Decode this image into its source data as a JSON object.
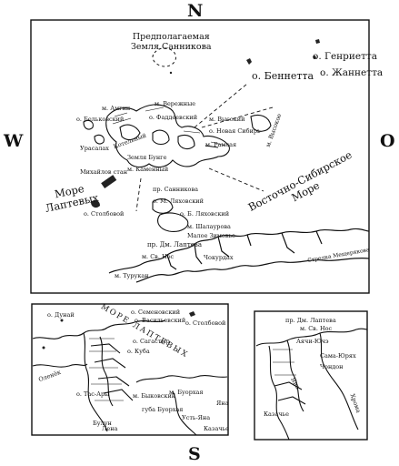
{
  "compass": {
    "north": "N",
    "south": "S",
    "west": "W",
    "east": "O"
  },
  "main_map": {
    "labels": {
      "sannikov_land": "Предполагаемая\nЗемля Санникова",
      "bennett": "о. Беннетта",
      "henrietta": "о. Генриетта",
      "jeannette": "о. Жаннетта",
      "vrezhnye": "м. Вережные",
      "amgin": "м. Амгин",
      "belkovsky": "о. Бельковский",
      "faddeevsky": "о. Фаддеевский",
      "kotelny": "Котельный",
      "new_siberia": "о. Новая Сибирь",
      "vysoky": "м. Высокий",
      "ramsay": "м. Рамсая",
      "vysokoe_north": "м. Высокое",
      "laptev_sea": "Море\nЛаптевых",
      "east_siberian_sea": "Восточно-Сибирское\nМоре",
      "stolbovoy": "о. Столбовой",
      "mikhailov": "Михайлов стан",
      "sannikov_strait": "пр. Санникова",
      "m_lyakhovsky": "о. М. Ляховский",
      "b_lyakhovsky": "о. Б. Ляховский",
      "laptev_strait": "пр. Дм. Лаптева",
      "svyatoy_nos": "м. Св. Нос",
      "shalaurova": "м. Шалаурова",
      "maloe_zimovie": "Малое Зимовье",
      "turukan": "м. Турукан",
      "chokurdakh": "Чокурдах",
      "urasalakh": "Урасалах",
      "bunge": "Земля Бунге",
      "kamenny": "м. Каменный",
      "strait_meshcheryakova": "Стрелка Мещерякова"
    }
  },
  "inset_left": {
    "labels": {
      "dunay": "о. Дунай",
      "semyonovsky": "о. Семеновский",
      "vasilevsky": "о. Васильевский",
      "stolbovoy": "о. Столбовой",
      "sea": "МОРЕ ЛАПТЕВЫХ",
      "sagastyr": "о. Сагастыр",
      "kuba": "о. Куба",
      "olenek": "Оленёк",
      "tas_ary": "о. Тас-Ары",
      "bykovsky": "м. Быковский",
      "buorkhaya": "м. Буорхая",
      "bay": "губа Буорхая",
      "bulun": "Булун",
      "kazachye": "Казачье",
      "ust_yana": "Усть-Яна",
      "yana": "Яна",
      "lena": "Лена"
    }
  },
  "inset_right": {
    "labels": {
      "laptev_strait": "пр. Дм. Лаптева",
      "svyatoy_nos": "м. Св. Нос",
      "ayon": "Аячи-Ючэ",
      "sama_yuryakh": "Сама-Юрях",
      "chondon": "Чондон",
      "kazachye": "Казачье",
      "yana": "Яна",
      "khroma": "Хрома"
    }
  }
}
